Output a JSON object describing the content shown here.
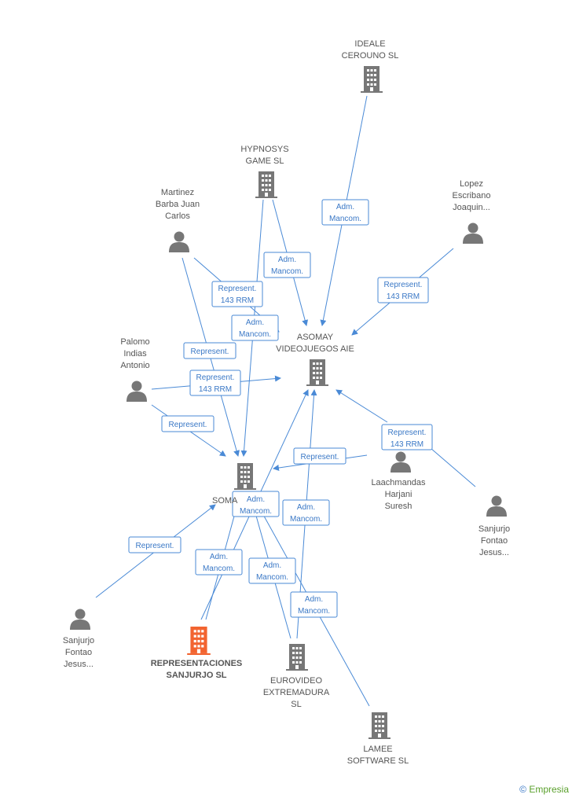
{
  "colors": {
    "edge": "#4a8ad6",
    "node": "#777777",
    "focus": "#f26430",
    "label": "#555555"
  },
  "nodes": [
    {
      "id": "ideale",
      "kind": "company",
      "lines": [
        "IDEALE",
        "CEROUNO  SL"
      ]
    },
    {
      "id": "hypnosys",
      "kind": "company",
      "lines": [
        "HYPNOSYS",
        "GAME  SL"
      ]
    },
    {
      "id": "martinez",
      "kind": "person",
      "lines": [
        "Martinez",
        "Barba Juan",
        "Carlos"
      ]
    },
    {
      "id": "lopez",
      "kind": "person",
      "lines": [
        "Lopez",
        "Escribano",
        "Joaquin..."
      ]
    },
    {
      "id": "asomay",
      "kind": "company",
      "lines": [
        "ASOMAY",
        "VIDEOJUEGOS AIE"
      ]
    },
    {
      "id": "palomo",
      "kind": "person",
      "lines": [
        "Palomo",
        "Indias",
        "Antonio"
      ]
    },
    {
      "id": "soma",
      "kind": "company",
      "lines": [
        "SOMA"
      ]
    },
    {
      "id": "laachmandas",
      "kind": "person",
      "lines": [
        "Laachmandas",
        "Harjani",
        "Suresh"
      ]
    },
    {
      "id": "sanjurjo_r",
      "kind": "person",
      "lines": [
        "Sanjurjo",
        "Fontao",
        "Jesus..."
      ]
    },
    {
      "id": "sanjurjo_l",
      "kind": "person",
      "lines": [
        "Sanjurjo",
        "Fontao",
        "Jesus..."
      ]
    },
    {
      "id": "representaciones",
      "kind": "company",
      "focus": true,
      "lines": [
        "REPRESENTACIONES",
        "SANJURJO SL"
      ]
    },
    {
      "id": "eurovideo",
      "kind": "company",
      "lines": [
        "EUROVIDEO",
        "EXTREMADURA",
        "SL"
      ]
    },
    {
      "id": "lamee",
      "kind": "company",
      "lines": [
        "LAMEE",
        "SOFTWARE SL"
      ]
    }
  ],
  "edges": [
    {
      "id": "e1",
      "lines": [
        "Adm.",
        "Mancom."
      ]
    },
    {
      "id": "e2",
      "lines": [
        "Adm.",
        "Mancom."
      ]
    },
    {
      "id": "e3",
      "lines": [
        "Represent.",
        "143 RRM"
      ]
    },
    {
      "id": "e4",
      "lines": [
        "Adm.",
        "Mancom."
      ]
    },
    {
      "id": "e5",
      "lines": [
        "Represent.",
        "143 RRM"
      ]
    },
    {
      "id": "e6",
      "lines": [
        "Represent."
      ]
    },
    {
      "id": "e7",
      "lines": [
        "Represent.",
        "143 RRM"
      ]
    },
    {
      "id": "e8",
      "lines": [
        "Represent."
      ]
    },
    {
      "id": "e9",
      "lines": [
        "Represent.",
        "143 RRM"
      ]
    },
    {
      "id": "e10",
      "lines": [
        "Represent."
      ]
    },
    {
      "id": "e11",
      "lines": [
        "Adm.",
        "Mancom."
      ]
    },
    {
      "id": "e12",
      "lines": [
        "Adm.",
        "Mancom."
      ]
    },
    {
      "id": "e13",
      "lines": [
        "Represent."
      ]
    },
    {
      "id": "e14",
      "lines": [
        "Adm.",
        "Mancom."
      ]
    },
    {
      "id": "e15",
      "lines": [
        "Adm.",
        "Mancom."
      ]
    },
    {
      "id": "e16",
      "lines": [
        "Adm.",
        "Mancom."
      ]
    }
  ],
  "credit": {
    "copyright": "©",
    "brand": "Empresia"
  }
}
